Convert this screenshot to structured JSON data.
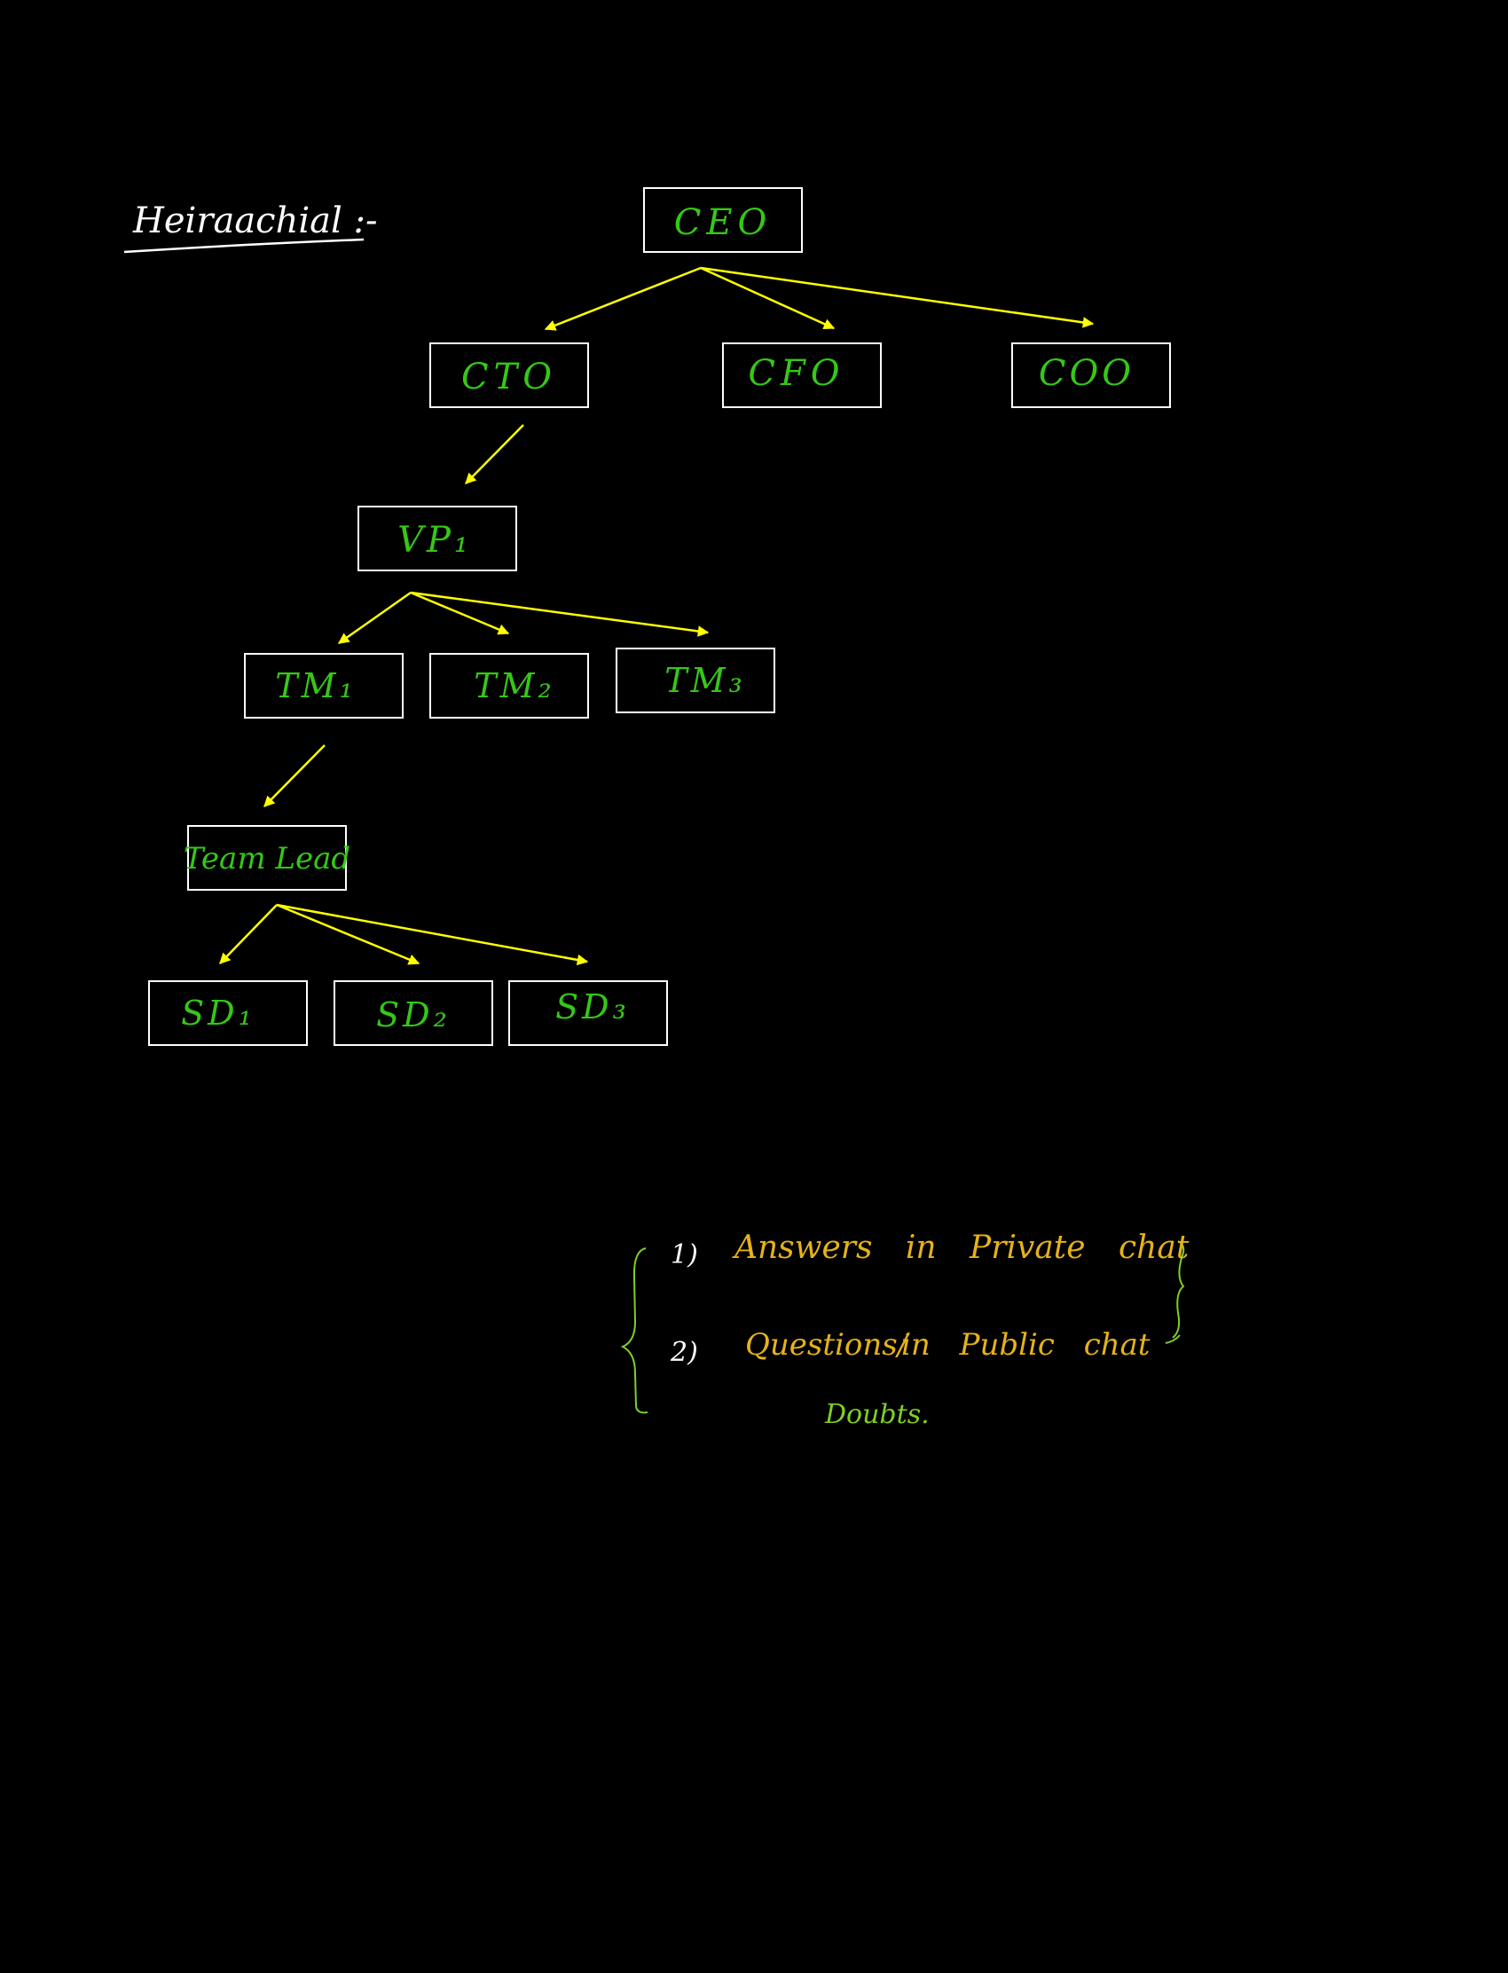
{
  "title": "Heiraachial :-",
  "colors": {
    "background": "#000000",
    "box_border": "#ffffff",
    "title": "#ffffff",
    "node_text": "#35c816",
    "arrow": "#ffff00",
    "note_orange": "#e6b21b",
    "note_green": "#7fd024"
  },
  "nodes": {
    "ceo": "CEO",
    "cto": "CTO",
    "cfo": "CFO",
    "coo": "COO",
    "vp1": "VP₁",
    "tm1": "TM₁",
    "tm2": "TM₂",
    "tm3": "TM₃",
    "team_lead": "Team Lead",
    "sd1": "SD₁",
    "sd2": "SD₂",
    "sd3": "SD₃"
  },
  "notes": {
    "item1_number": "1)",
    "item1_text": "Answers in Private chat",
    "item2_number": "2)",
    "item2_text_a": "Questions/",
    "item2_text_b": "Doubts.",
    "item2_text_c": "in Public chat"
  }
}
